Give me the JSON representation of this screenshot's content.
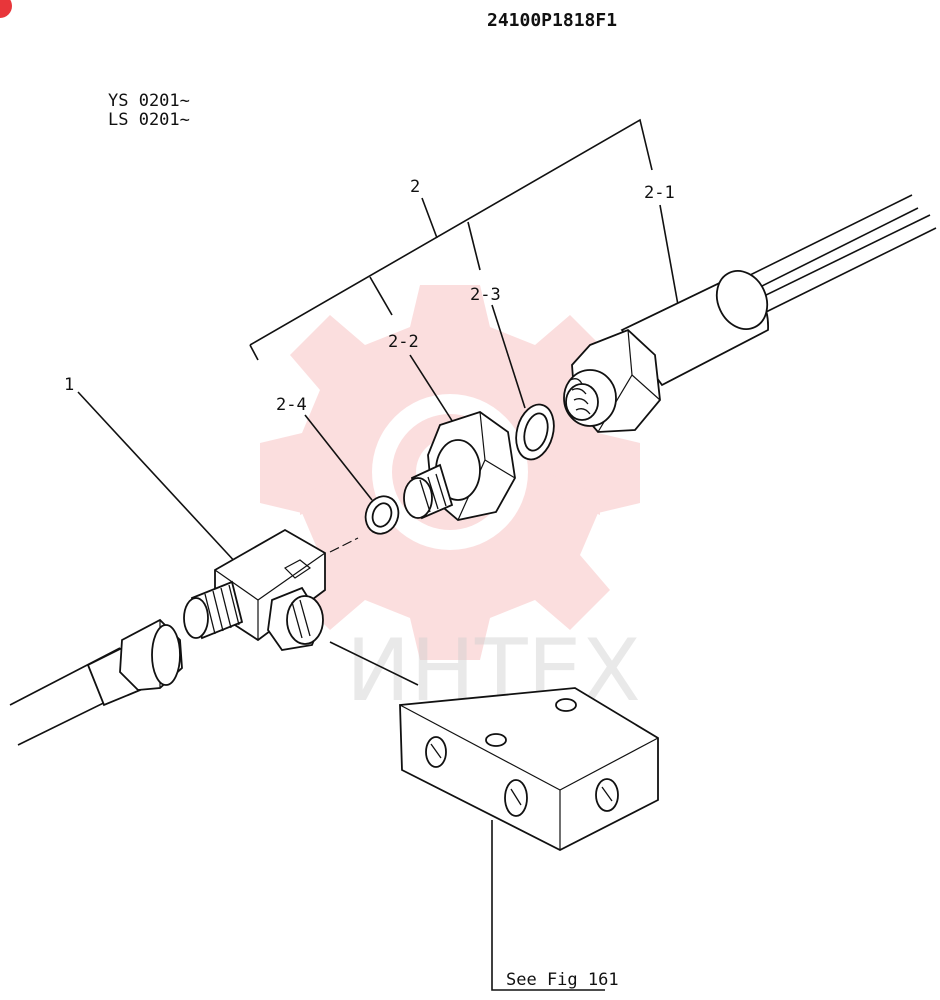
{
  "document": {
    "code": "24100P1818F1",
    "serial_lines": [
      "YS 0201~",
      "LS 0201~"
    ],
    "watermark_text": "ИНТЕХ",
    "footer_ref": "See  Fig 161"
  },
  "callouts": {
    "c1": "1",
    "c2": "2",
    "c2_1": "2-1",
    "c2_2": "2-2",
    "c2_3": "2-3",
    "c2_4": "2-4"
  },
  "colors": {
    "watermark_red": "#e8363a",
    "line": "#111111"
  }
}
